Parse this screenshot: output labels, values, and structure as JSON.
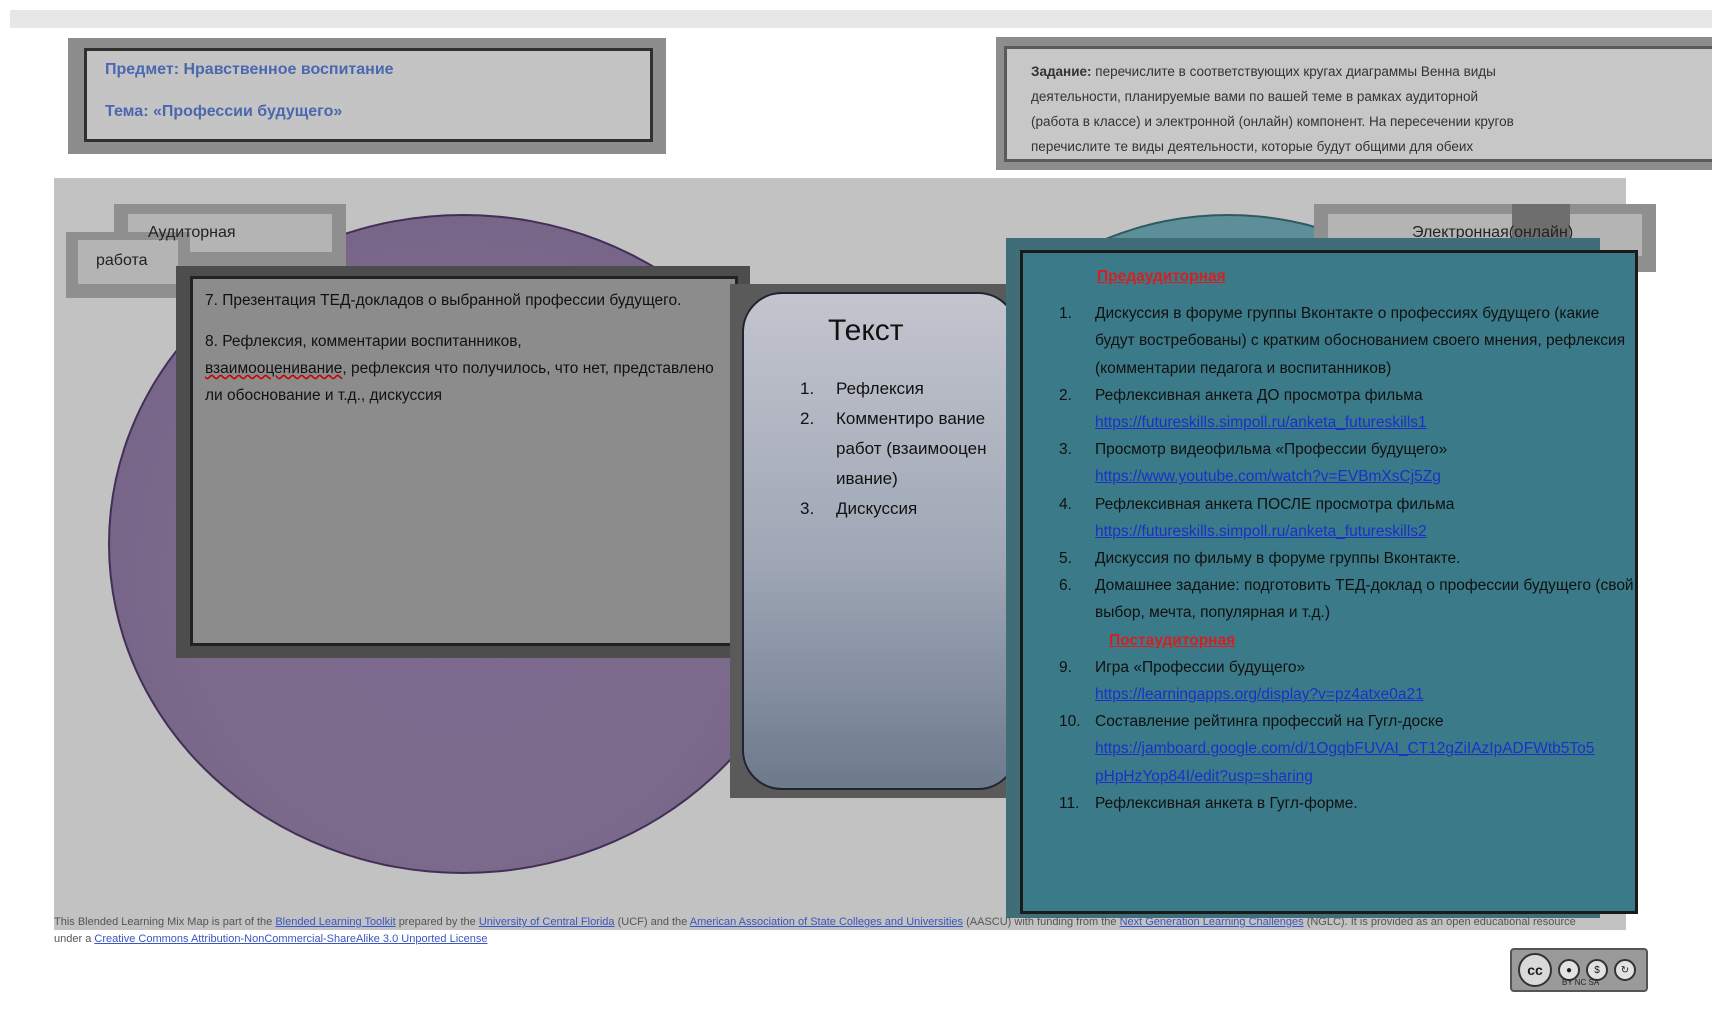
{
  "subject": {
    "line1": "Предмет: Нравственное воспитание",
    "line2": "Тема: «Профессии будущего»"
  },
  "task": {
    "lines": [
      "перечислите в соответствующих кругах диаграммы Венна виды",
      "деятельности, планируемые вами по вашей теме в рамках аудиторной",
      "(работа в классе) и электронной (онлайн) компонент. На пересечении кругов",
      "перечислите те виды деятельности, которые будут общими для обеих"
    ],
    "label": "Задание:"
  },
  "labels": {
    "left_a": "Аудиторная",
    "left_b": "работа",
    "right": "Электронная(онлайн)"
  },
  "left_box": {
    "p1": "7. Презентация ТЕД-докладов о выбранной профессии будущего.",
    "p2_a": "8. Рефлексия, комментарии воспитанников,",
    "p2_red": "взаимооценивание",
    "p2_b": ", рефлексия что получилось, что нет, представлено ли обоснование и т.д., дискуссия"
  },
  "middle": {
    "title": "Текст",
    "items": [
      {
        "num": "1.",
        "text": "Рефлексия"
      },
      {
        "num": "2.",
        "text": "Комментиро вание работ (взаимооцен ивание)"
      },
      {
        "num": "3.",
        "text": "Дискуссия"
      }
    ]
  },
  "right_box": {
    "head1": "Предаудиторная",
    "items": [
      {
        "num": "1.",
        "text": "Дискуссия в форуме группы Вконтакте о профессиях будущего (какие будут востребованы) с кратким обоснованием своего мнения, рефлексия (комментарии педагога и воспитанников)",
        "link": ""
      },
      {
        "num": "2.",
        "text": "Рефлексивная анкета ДО просмотра фильма",
        "link": "https://futureskills.simpoll.ru/anketa_futureskills1"
      },
      {
        "num": "3.",
        "text": "Просмотр видеофильма «Профессии будущего»",
        "link": "https://www.youtube.com/watch?v=EVBmXsCj5Zg"
      },
      {
        "num": "4.",
        "text": "Рефлексивная анкета ПОСЛЕ просмотра фильма",
        "link": "https://futureskills.simpoll.ru/anketa_futureskills2"
      },
      {
        "num": "5.",
        "text": "Дискуссия по фильму в форуме группы Вконтакте.",
        "link": ""
      },
      {
        "num": "6.",
        "text": "Домашнее задание: подготовить ТЕД-доклад о профессии будущего (свой выбор, мечта, популярная и т.д.)",
        "link": ""
      }
    ],
    "head2": "Постаудиторная",
    "items2": [
      {
        "num": "9.",
        "text": "Игра «Профессии будущего»",
        "link": "https://learningapps.org/display?v=pz4atxe0a21"
      },
      {
        "num": "10.",
        "text": "Составление рейтинга профессий на Гугл-доске",
        "link": "https://jamboard.google.com/d/1OgqbFUVAI_CT12gZiIAzIpADFWtb5To5pHpHzYop84I/edit?usp=sharing"
      },
      {
        "num": "11.",
        "text": "Рефлексивная анкета в Гугл-форме.",
        "link": ""
      }
    ]
  },
  "footer": {
    "t1": "This Blended Learning Mix Map is part of the",
    "l1": "Blended Learning Toolkit",
    "t2": "prepared by the",
    "l2": "University of Central Florida",
    "t3": "(UCF) and the",
    "l3": "American Association of State Colleges and Universities",
    "t4": "(AASCU) with funding from the",
    "l4": "Next Generation Learning Challenges",
    "t5": "(NGLC). It is provided as an open educational resource under a",
    "l5": "Creative Commons Attribution-NonCommercial-ShareAlike 3.0 Unported License"
  },
  "badge": {
    "cc": "cc",
    "sub": "BY NC SA"
  }
}
